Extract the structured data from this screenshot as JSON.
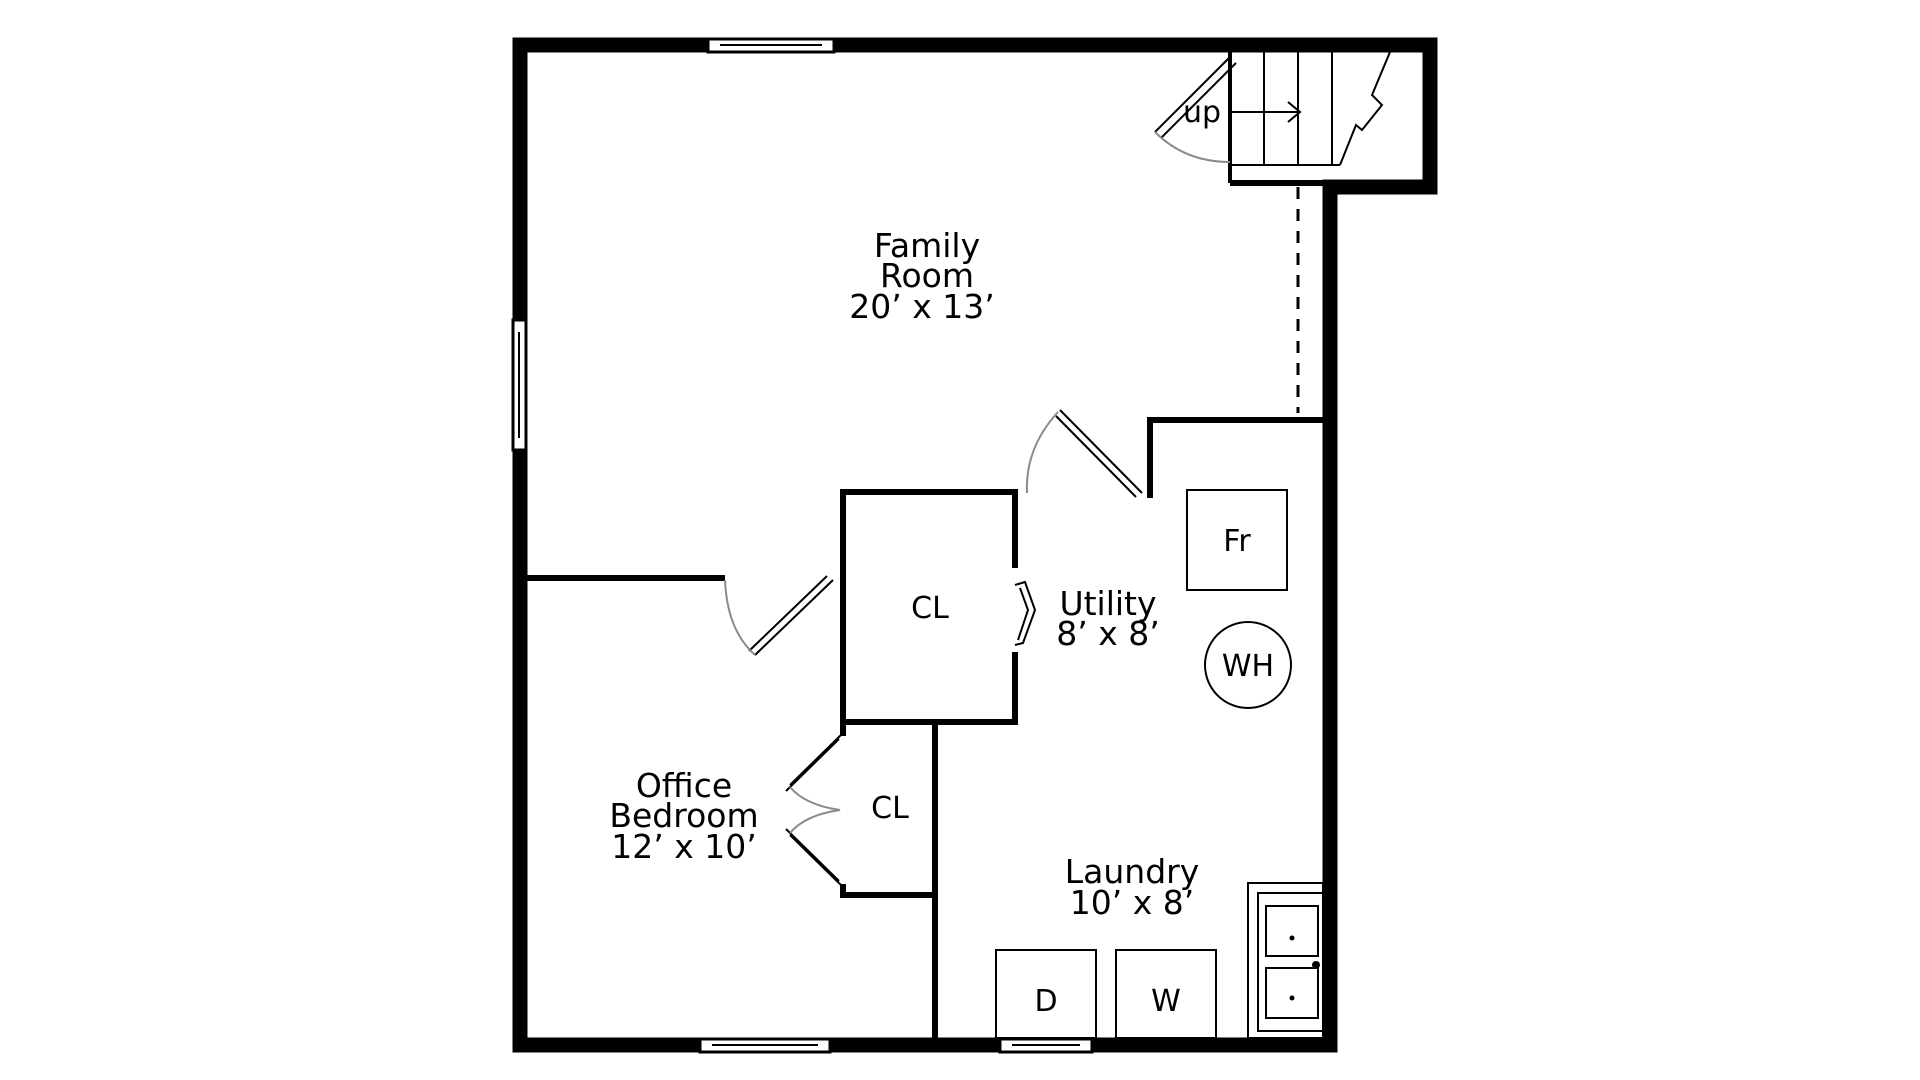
{
  "rooms": {
    "family": {
      "name_line1": "Family",
      "name_line2": "Room",
      "size": "20’ x 13’"
    },
    "office": {
      "name_line1": "Office",
      "name_line2": "Bedroom",
      "size": "12’ x 10’"
    },
    "utility": {
      "name": "Utility",
      "size": "8’ x 8’"
    },
    "laundry": {
      "name": "Laundry",
      "size": "10’ x 8’"
    },
    "closet_upper": {
      "name": "CL"
    },
    "closet_lower": {
      "name": "CL"
    }
  },
  "fixtures": {
    "furnace": "Fr",
    "water_heater": "WH",
    "dryer": "D",
    "washer": "W"
  },
  "stairs": {
    "label": "up"
  }
}
